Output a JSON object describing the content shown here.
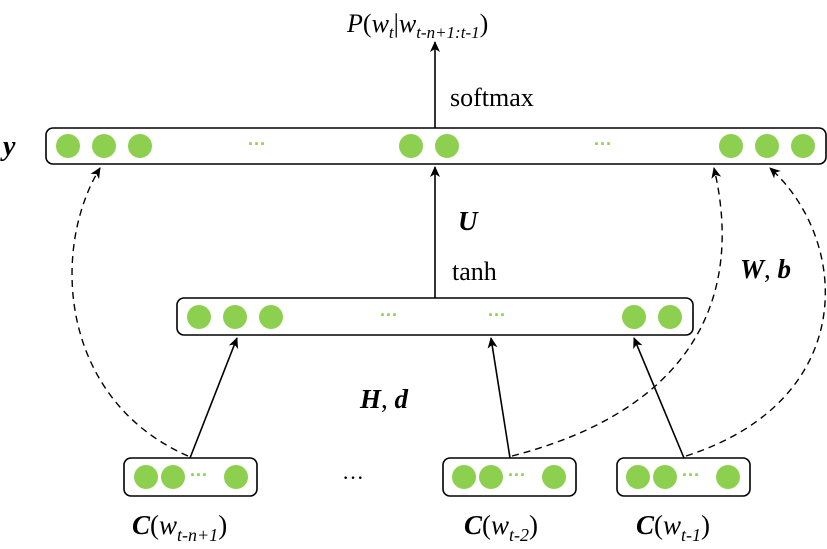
{
  "diagram": {
    "output": {
      "label_p": "P",
      "label_open": "(",
      "label_w1": "w",
      "label_sub1": "t",
      "label_bar": "|",
      "label_w2": "w",
      "label_sub2": "t-n+1:t-1",
      "label_close": ")"
    },
    "softmax_label": "softmax",
    "y_label": "y",
    "u_label": "U",
    "tanh_label": "tanh",
    "wb_label_w": "W",
    "wb_label_sep": ", ",
    "wb_label_b": "b",
    "hd_label_h": "H",
    "hd_label_sep": ", ",
    "hd_label_d": "d",
    "ellipsis": "···",
    "inputs": [
      {
        "c": "C",
        "open": "(",
        "w": "w",
        "sub": "t-n+1",
        "close": ")"
      },
      {
        "c": "C",
        "open": "(",
        "w": "w",
        "sub": "t-2",
        "close": ")"
      },
      {
        "c": "C",
        "open": "(",
        "w": "w",
        "sub": "t-1",
        "close": ")"
      }
    ],
    "between_inputs_ellipsis": "···",
    "colors": {
      "node": "#8dd04f",
      "stroke": "#000000"
    }
  }
}
